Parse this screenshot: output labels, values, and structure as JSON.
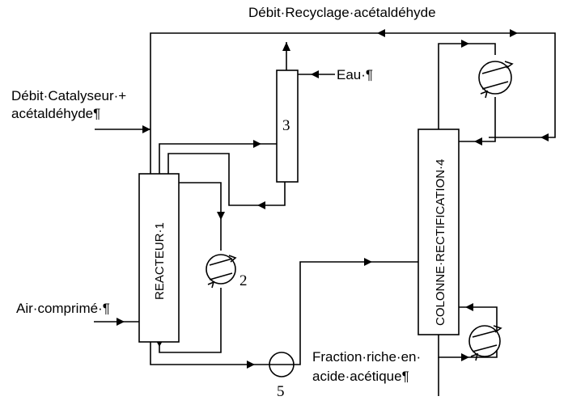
{
  "labels": {
    "recycle": "Débit·Recyclage·acétaldéhyde",
    "catalyst_line1": "Débit·Catalyseur·+",
    "catalyst_line2": "acétaldéhyde¶",
    "water": "Eau·¶",
    "air": "Air·comprimé·¶",
    "fraction_line1": "Fraction·riche·en·",
    "fraction_line2": "acide·acétique¶",
    "reactor": "REACTEUR·1",
    "column": "COLONNE·RECTIFICATION·4",
    "number_2": "2",
    "number_3": "3",
    "number_5": "5"
  }
}
